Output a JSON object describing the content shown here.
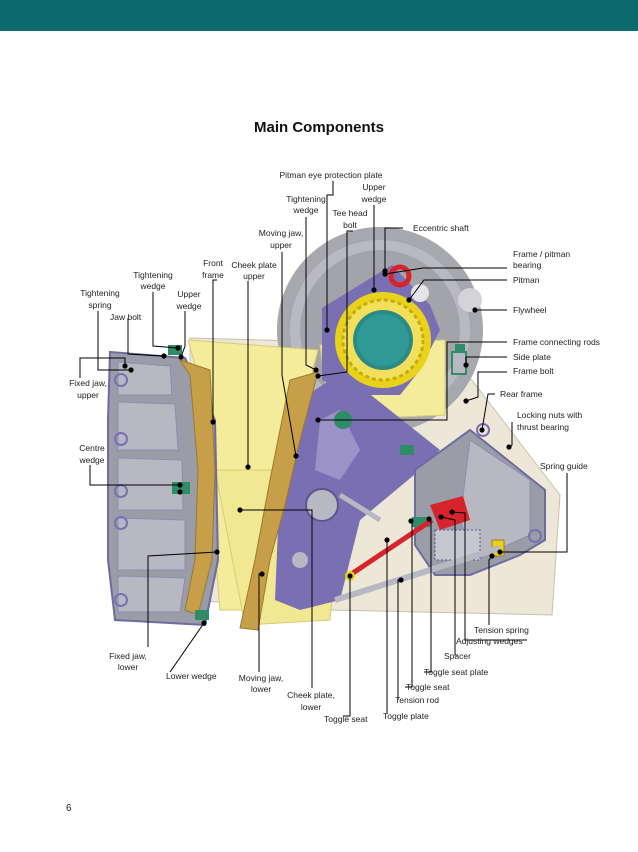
{
  "header": {
    "title": "Main Components"
  },
  "page": {
    "number": "6"
  },
  "colors": {
    "bar": "#0b6a6b",
    "frame_yellow": "#f4ec9a",
    "purple": "#7b6fb3",
    "grey": "#9a9ca7",
    "flywheel": "#a7a8ad",
    "bearing": "#e8d21a",
    "green": "#2e8c66",
    "red": "#d7232b"
  },
  "labels": {
    "pitman_eye_protection_plate": "Pitman eye protection plate",
    "upper_wedge_top": [
      "Upper",
      "wedge"
    ],
    "tightening_wedge_top": [
      "Tightening",
      "wedge"
    ],
    "tee_head_bolt": [
      "Tee head",
      "bolt"
    ],
    "eccentric_shaft": "Eccentric shaft",
    "moving_jaw_upper": [
      "Moving jaw,",
      "upper"
    ],
    "front_frame": [
      "Front",
      "frame"
    ],
    "cheek_plate_upper": [
      "Cheek plate",
      "upper"
    ],
    "tightening_wedge_left": [
      "Tightening",
      "wedge"
    ],
    "upper_wedge_left": [
      "Upper",
      "wedge"
    ],
    "tightening_spring": [
      "Tightening",
      "spring"
    ],
    "jaw_bolt": "Jaw bolt",
    "frame_pitman_bearing": [
      "Frame / pitman",
      "bearing"
    ],
    "pitman": "Pitman",
    "flywheel": "Flywheel",
    "frame_connecting_rods": "Frame connecting rods",
    "side_plate": "Side plate",
    "frame_bolt": "Frame bolt",
    "rear_frame": "Rear frame",
    "locking_nuts": [
      "Locking nuts with",
      "thrust bearing"
    ],
    "spring_guide": "Spring guide",
    "fixed_jaw_upper": [
      "Fixed jaw,",
      "upper"
    ],
    "centre_wedge": [
      "Centre",
      "wedge"
    ],
    "tension_spring": "Tension spring",
    "adjusting_wedges": "Adjusting wedges",
    "spacer": "Spacer",
    "toggle_seat_plate": "Toggle seat plate",
    "toggle_seat": "Toggle seat",
    "tension_rod": "Tension rod",
    "toggle_plate": "Toggle plate",
    "toggle_seat_left": "Toggle seat",
    "fixed_jaw_lower": [
      "Fixed jaw,",
      "lower"
    ],
    "lower_wedge": "Lower wedge",
    "moving_jaw_lower": [
      "Moving jaw,",
      "lower"
    ],
    "cheek_plate_lower": [
      "Cheek plate,",
      "lower"
    ]
  }
}
